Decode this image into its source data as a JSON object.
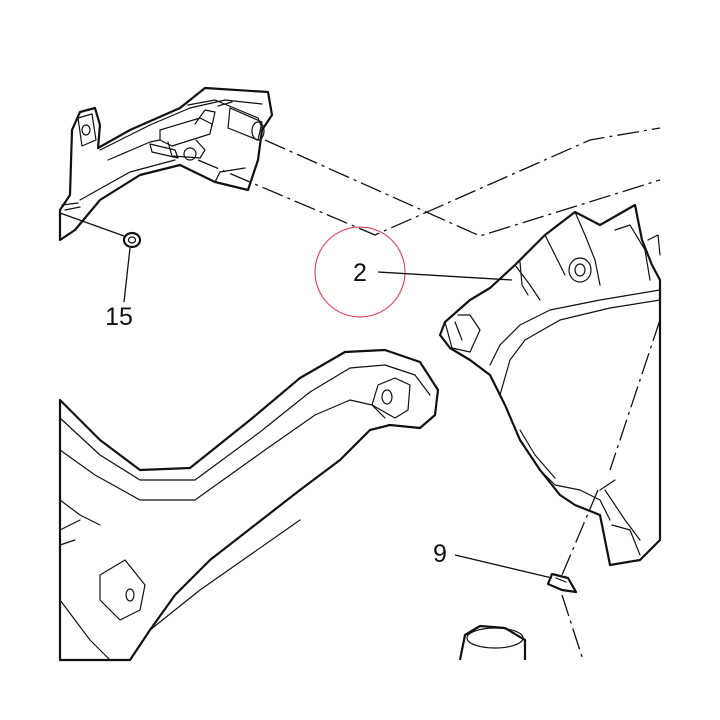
{
  "diagram": {
    "callouts": [
      {
        "id": "2",
        "label": "2"
      },
      {
        "id": "15",
        "label": "15"
      },
      {
        "id": "9",
        "label": "9"
      }
    ],
    "highlight_color": "#cc3344"
  }
}
